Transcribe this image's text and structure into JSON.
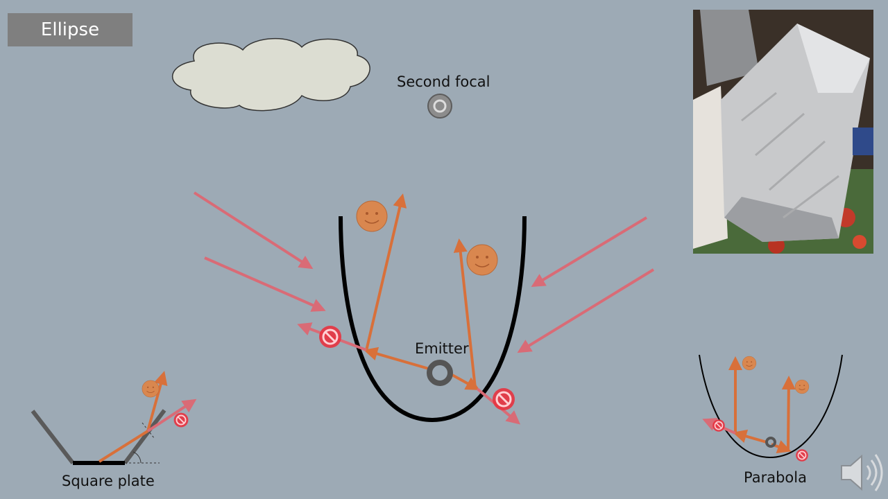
{
  "slide": {
    "title": "Ellipse",
    "labels": {
      "second_focal": "Second focal",
      "emitter": "Emitter",
      "square_plate": "Square plate",
      "parabola": "Parabola"
    }
  },
  "colors": {
    "background": "#9daab5",
    "title_box": "#7f7f7f",
    "orange_ray": "#d8703a",
    "pink_ray": "#d96b76",
    "reflector": "#000000",
    "blocked_sign": "#e8323f",
    "smiley": "#d9874f",
    "emitter_ring": "#5a5a5a"
  },
  "icons": [
    "cloud-icon",
    "smiley-icon",
    "no-entry-icon",
    "speaker-icon",
    "emitter-ring-icon"
  ]
}
